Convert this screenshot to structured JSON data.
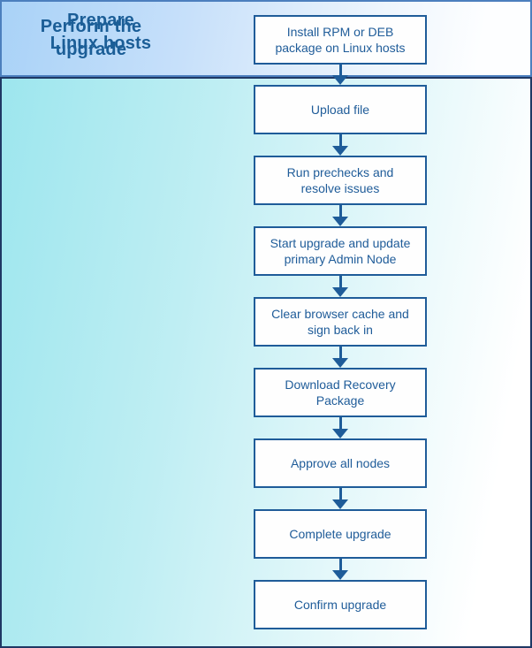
{
  "sections": [
    {
      "title_lines": [
        "Prepare",
        "Linux hosts"
      ]
    },
    {
      "title_lines": [
        "Perform the",
        "upgrade"
      ]
    }
  ],
  "steps": [
    {
      "label": "Install RPM or DEB package on Linux hosts"
    },
    {
      "label": "Upload file"
    },
    {
      "label": "Run prechecks and resolve issues"
    },
    {
      "label": "Start upgrade and update primary Admin Node"
    },
    {
      "label": "Clear browser cache and sign back in"
    },
    {
      "label": "Download Recovery Package"
    },
    {
      "label": "Approve all nodes"
    },
    {
      "label": "Complete upgrade"
    },
    {
      "label": "Confirm upgrade"
    }
  ],
  "colors": {
    "prepare_band_fill_left": "#A9D2F7",
    "prepare_band_border": "#4C7FBE",
    "perform_band_fill_left": "#9DE6EE",
    "perform_band_border": "#1F3864",
    "box_border": "#1F5C99",
    "box_fill": "#FEFEFE",
    "box_text": "#1F5C99",
    "heading_text": "#1B5E97",
    "arrow": "#1E5C99"
  }
}
